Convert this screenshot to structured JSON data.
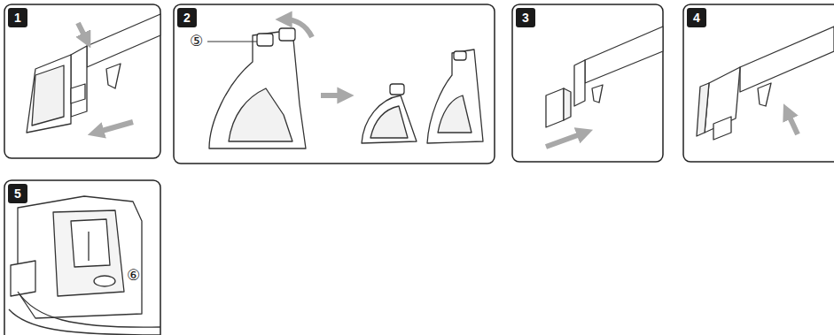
{
  "diagram": {
    "nodes": [
      {
        "text": [
          "1"
        ]
      },
      {
        "text": [
          "2"
        ]
      },
      {
        "text": [
          "3"
        ]
      },
      {
        "text": [
          "4"
        ]
      },
      {
        "text": [
          "5"
        ]
      }
    ],
    "labels": [
      "⑤",
      "⑥"
    ]
  }
}
